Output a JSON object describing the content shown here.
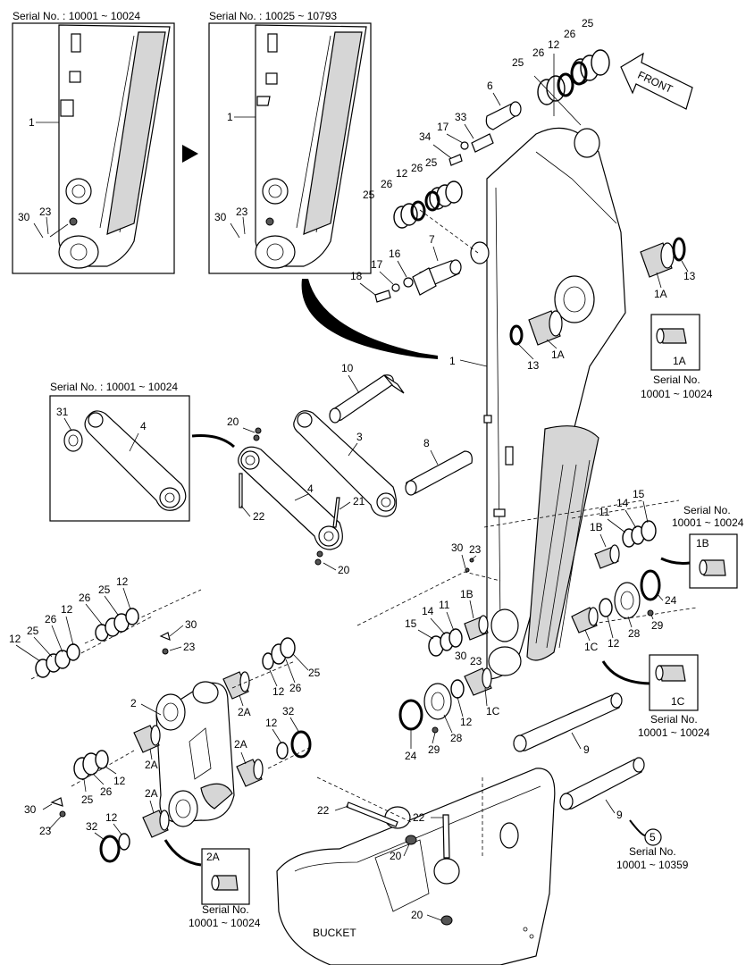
{
  "serial_labels": {
    "inset_a": "Serial No. : 10001 ~ 10024",
    "inset_b": "Serial No. : 10025 ~ 10793",
    "inset_c": "Serial No. : 10001 ~ 10024"
  },
  "front_label": "FRONT",
  "bucket_label": "BUCKET",
  "callouts": {
    "c1A": {
      "part": "1A",
      "serial_title": "Serial No.",
      "serial_range": "10001 ~ 10024"
    },
    "c1B": {
      "part": "1B",
      "serial_title": "Serial No.",
      "serial_range": "10001 ~ 10024"
    },
    "c1C": {
      "part": "1C",
      "serial_title": "Serial No.",
      "serial_range": "10001 ~ 10024"
    },
    "c2A": {
      "part": "2A",
      "serial_title": "Serial No.",
      "serial_range": "10001 ~ 10024"
    },
    "c5": {
      "part": "5",
      "serial_title": "Serial No.",
      "serial_range": "10001 ~ 10359"
    }
  },
  "part_labels": {
    "p1_inset_a": "1",
    "p23_inset_a": "23",
    "p30_inset_a": "30",
    "p1_inset_b": "1",
    "p23_inset_b": "23",
    "p30_inset_b": "30",
    "p25_top_a": "25",
    "p26_top_a": "26",
    "p12_top": "12",
    "p26_top_b": "26",
    "p25_top_b": "25",
    "p6": "6",
    "p17_a": "17",
    "p33": "33",
    "p34": "34",
    "p25_mid_a": "25",
    "p26_mid_a": "26",
    "p12_mid": "12",
    "p26_mid_b": "26",
    "p25_mid_b": "25",
    "p7": "7",
    "p16": "16",
    "p17_b": "17",
    "p18": "18",
    "p1A_a": "1A",
    "p13_a": "13",
    "p1A_b": "1A",
    "p13_b": "13",
    "p1_main": "1",
    "p10": "10",
    "p31": "31",
    "p4_inset": "4",
    "p20_a": "20",
    "p3": "3",
    "p4_main": "4",
    "p8": "8",
    "p21": "21",
    "p22_a": "22",
    "p20_b": "20",
    "p30_mid": "30",
    "p23_mid": "23",
    "p15_a": "15",
    "p14_a": "14",
    "p11_a": "11",
    "p1B_a": "1B",
    "p15_b": "15",
    "p14_b": "14",
    "p11_b": "11",
    "p1B_b": "1B",
    "p24_a": "24",
    "p29_a": "29",
    "p28_a": "28",
    "p12_r": "12",
    "p1C_a": "1C",
    "p30_c": "30",
    "p23_c": "23",
    "p12_l1": "12",
    "p25_l1": "25",
    "p26_l1": "26",
    "p12_l2": "12",
    "p25_l2": "25",
    "p26_l2": "26",
    "p12_l3": "12",
    "p30_l": "30",
    "p23_l": "23",
    "p2": "2",
    "p2A_a": "2A",
    "p2A_b": "2A",
    "p2A_c": "2A",
    "p2A_d": "2A",
    "p25_l3": "25",
    "p26_l3": "26",
    "p12_l4": "12",
    "p12_l5": "12",
    "p26_l4": "26",
    "p25_l4": "25",
    "p32_a": "32",
    "p12_l6": "12",
    "p30_ll": "30",
    "p23_ll": "23",
    "p32_b": "32",
    "p12_l7": "12",
    "p12_c": "12",
    "p1C_b": "1C",
    "p24_b": "24",
    "p29_b": "29",
    "p28_b": "28",
    "p9_a": "9",
    "p9_b": "9",
    "p22_b": "22",
    "p22_c": "22",
    "p20_c": "20",
    "p20_d": "20"
  }
}
